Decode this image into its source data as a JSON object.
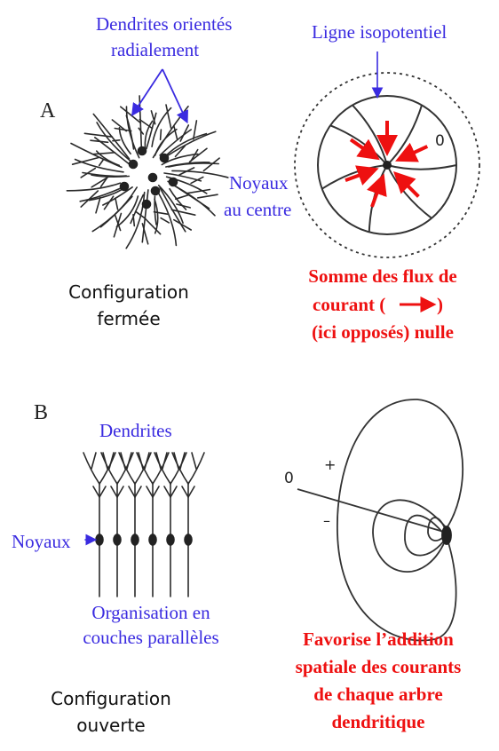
{
  "panel_a": {
    "letter": "A",
    "dendrites_label_line1": "Dendrites orientés",
    "dendrites_label_line2": "radialement",
    "isopotential_label": "Ligne isopotentiel",
    "nuclei_label_line1": "Noyaux",
    "nuclei_label_line2": "au centre",
    "zero_label": "0",
    "config_line1": "Configuration",
    "config_line2": "fermée",
    "sum_line1": "Somme des flux de",
    "sum_line2_prefix": "courant (",
    "sum_line2_suffix": ")",
    "sum_line3": "(ici opposés) nulle"
  },
  "panel_b": {
    "letter": "B",
    "dendrites_label": "Dendrites",
    "nuclei_label": "Noyaux",
    "org_line1": "Organisation en",
    "org_line2": "couches parallèles",
    "zero_label": "0",
    "plus_label": "+",
    "minus_label": "–",
    "config_line1": "Configuration",
    "config_line2": "ouverte",
    "favor_line1": "Favorise l’addition",
    "favor_line2": "spatiale des courants",
    "favor_line3": "de chaque arbre",
    "favor_line4": "dendritique"
  },
  "colors": {
    "label_blue": "#3a2be0",
    "current_red": "#ee1010",
    "drawing": "#2a2a2a"
  }
}
